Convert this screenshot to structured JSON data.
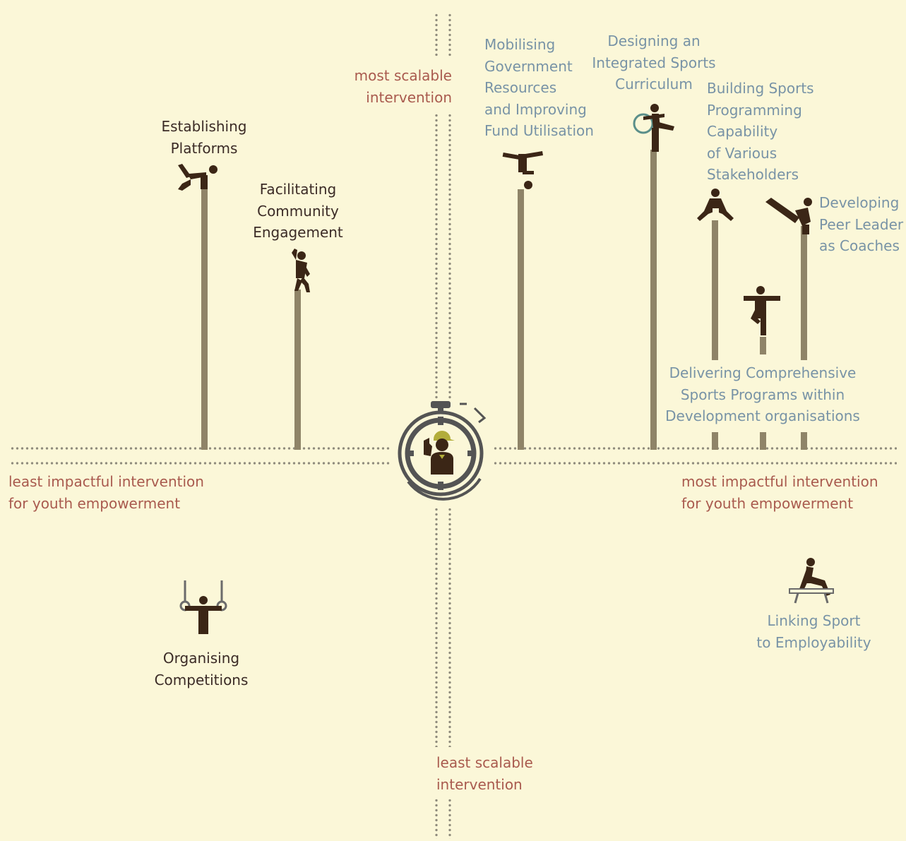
{
  "axes": {
    "top": "most scalable\nintervention",
    "bottom": "least scalable\nintervention",
    "left": "least impactful intervention\nfor youth empowerment",
    "right": "most impactful intervention\nfor youth empowerment"
  },
  "interventions": {
    "establishing_platforms": "Establishing\nPlatforms",
    "facilitating_community": "Facilitating\nCommunity\nEngagement",
    "mobilising_government": "Mobilising\nGovernment\nResources\nand Improving\nFund Utilisation",
    "designing_curriculum": "Designing an\nIntegrated Sports\nCurriculum",
    "building_capability": "Building Sports\nProgramming\nCapability\nof Various\nStakeholders",
    "developing_peer_leader": "Developing\nPeer Leader\nas Coaches",
    "delivering_programs": "Delivering Comprehensive\nSports Programs within\nDevelopment organisations",
    "organising_competitions": "Organising\nCompetitions",
    "linking_sport": "Linking Sport\nto Employability"
  },
  "icons": {
    "center": "stopwatch-coach-icon",
    "establishing_platforms": "crawling-figure-icon",
    "facilitating_community": "climbing-figure-icon",
    "mobilising_government": "handstand-figure-icon",
    "designing_curriculum": "hoop-dancer-icon",
    "building_capability": "pommel-horse-figure-icon",
    "developing_peer_leader": "diving-figure-icon",
    "delivering_programs": "balancing-figure-icon",
    "organising_competitions": "rings-gymnast-icon",
    "linking_sport": "vault-figure-icon"
  },
  "colors": {
    "background": "#fbf7d8",
    "figure": "#3b2616",
    "pole": "#8f8468",
    "axis_label": "#a95a4e",
    "right_label": "#7893a6",
    "left_label": "#3b2b26",
    "cap": "#b2ad3a"
  }
}
